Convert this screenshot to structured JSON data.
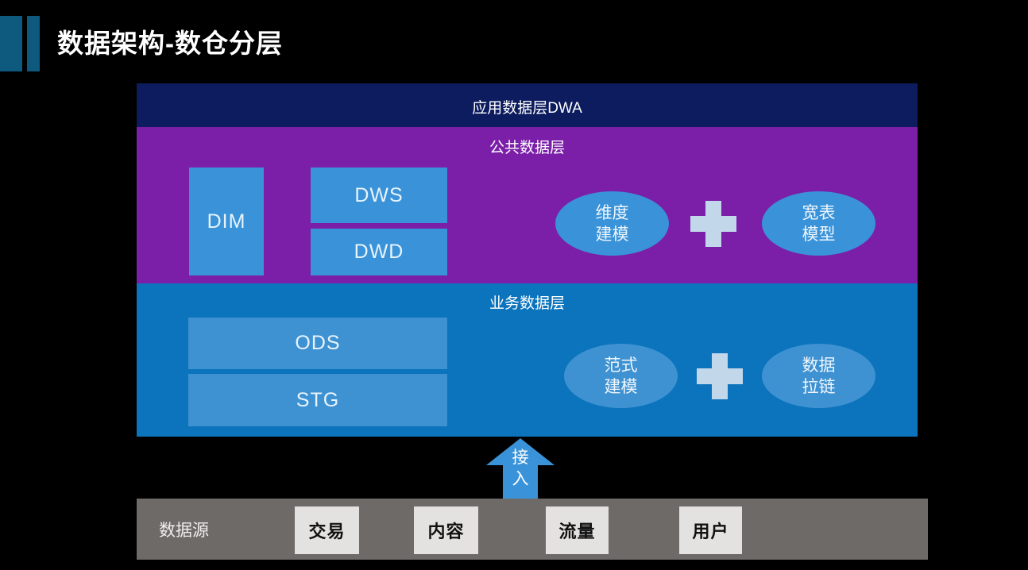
{
  "slide": {
    "title": "数据架构-数仓分层",
    "accent_color": "#0d5a7e",
    "background_color": "#000000"
  },
  "layers": [
    {
      "id": "dwa",
      "title": "应用数据层DWA",
      "color": "#0c1c5e"
    },
    {
      "id": "public",
      "title": "公共数据层",
      "color": "#7b1fa8",
      "boxes": [
        {
          "label": "DIM"
        },
        {
          "label": "DWS"
        },
        {
          "label": "DWD"
        }
      ],
      "ellipses": [
        {
          "line1": "维度",
          "line2": "建模"
        },
        {
          "line1": "宽表",
          "line2": "模型"
        }
      ],
      "operator": "+"
    },
    {
      "id": "business",
      "title": "业务数据层",
      "color": "#0b74bd",
      "boxes": [
        {
          "label": "ODS"
        },
        {
          "label": "STG"
        }
      ],
      "ellipses": [
        {
          "line1": "范式",
          "line2": "建模"
        },
        {
          "line1": "数据",
          "line2": "拉链"
        }
      ],
      "operator": "+"
    }
  ],
  "arrow": {
    "line1": "接",
    "line2": "入",
    "color": "#3a93d8"
  },
  "source_bar": {
    "label": "数据源",
    "color": "#6d6a68",
    "items": [
      {
        "label": "交易"
      },
      {
        "label": "内容"
      },
      {
        "label": "流量"
      },
      {
        "label": "用户"
      }
    ]
  }
}
